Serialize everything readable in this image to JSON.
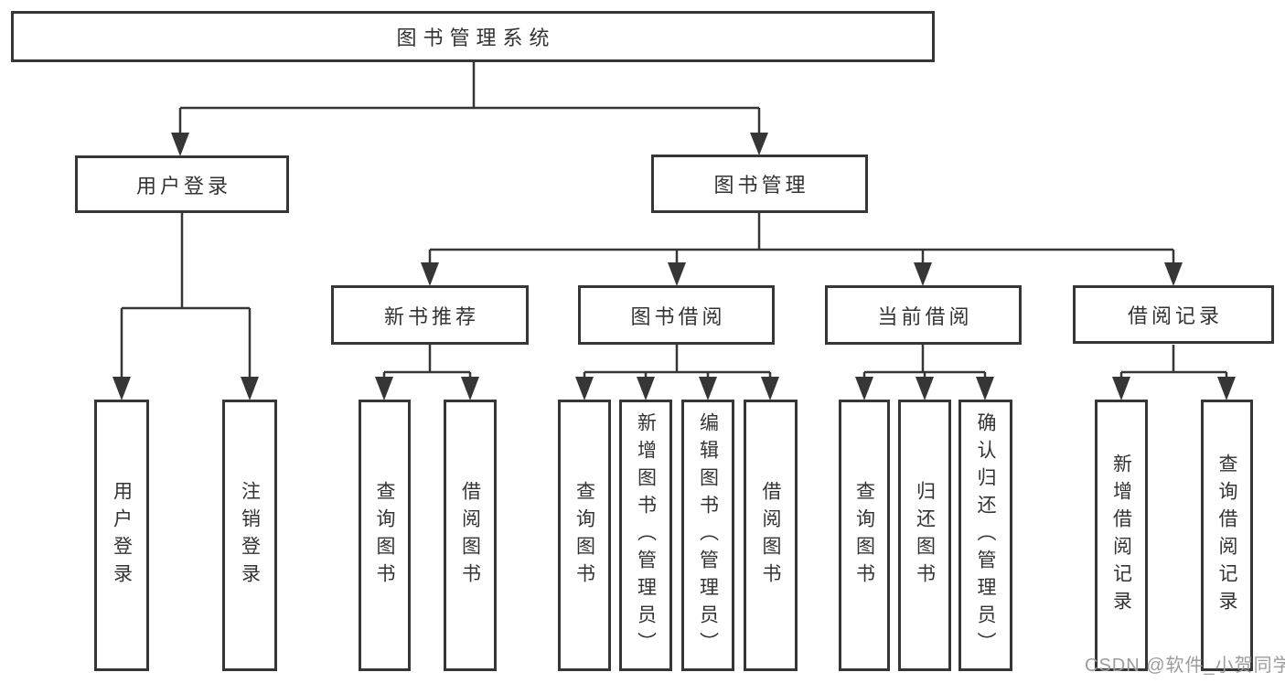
{
  "diagram": {
    "title": "图书管理系统",
    "tree": {
      "label": "图书管理系统",
      "children": [
        {
          "label": "用户登录",
          "children": [
            {
              "label": "用户登录"
            },
            {
              "label": "注销登录"
            }
          ]
        },
        {
          "label": "图书管理",
          "children": [
            {
              "label": "新书推荐",
              "children": [
                {
                  "label": "查询图书"
                },
                {
                  "label": "借阅图书"
                }
              ]
            },
            {
              "label": "图书借阅",
              "children": [
                {
                  "label": "查询图书"
                },
                {
                  "label": "新增图书（管理员）"
                },
                {
                  "label": "编辑图书（管理员）"
                },
                {
                  "label": "借阅图书"
                }
              ]
            },
            {
              "label": "当前借阅",
              "children": [
                {
                  "label": "查询图书"
                },
                {
                  "label": "归还图书"
                },
                {
                  "label": "确认归还（管理员）"
                }
              ]
            },
            {
              "label": "借阅记录",
              "children": [
                {
                  "label": "新增借阅记录"
                },
                {
                  "label": "查询借阅记录"
                }
              ]
            }
          ]
        }
      ]
    }
  },
  "watermark": {
    "text": "CSDN @软件_小贺同学"
  },
  "colors": {
    "line": "#363636",
    "text": "#333333",
    "background": "#ffffff",
    "watermark": "#9c9c9c"
  }
}
